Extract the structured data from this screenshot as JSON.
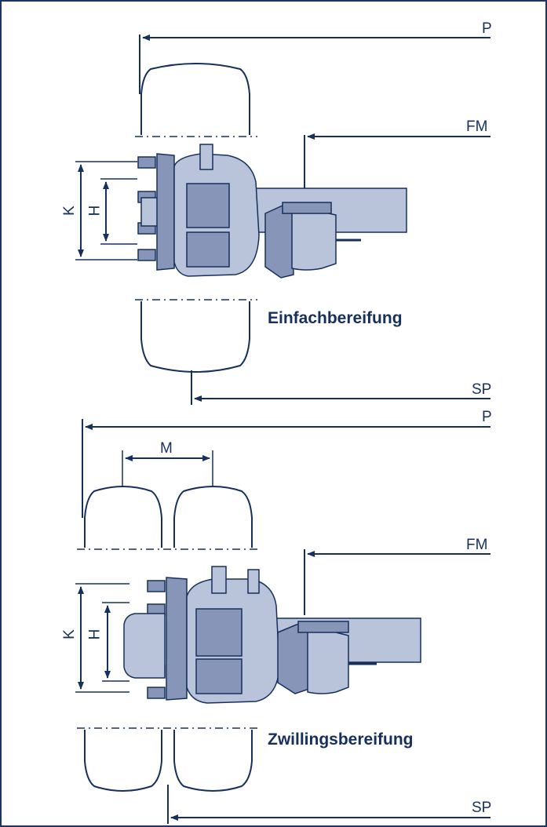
{
  "labels": {
    "p": "P",
    "fm": "FM",
    "sp": "SP",
    "k": "K",
    "h": "H",
    "m": "M"
  },
  "captions": {
    "single": "Einfachbereifung",
    "dual": "Zwillingsbereifung"
  },
  "colors": {
    "line": "#16305e",
    "fill": "#b9c3d9",
    "fill_dark": "#8795b8",
    "frame": "#1c3566"
  }
}
